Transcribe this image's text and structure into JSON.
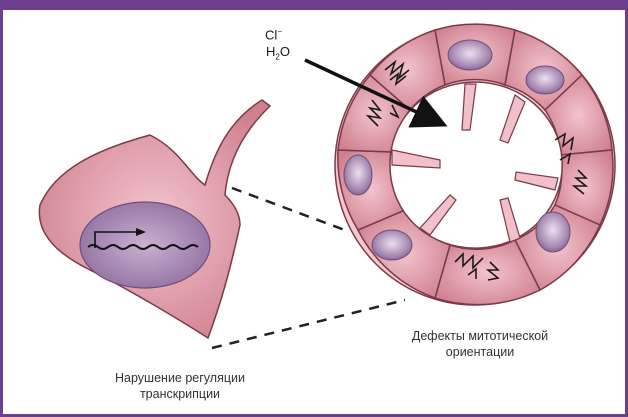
{
  "ions": {
    "chloride": {
      "base": "Cl",
      "sup": "−"
    },
    "water": {
      "pre": "H",
      "sub": "2",
      "post": "O"
    }
  },
  "labels": {
    "cell_caption_line1": "Нарушение регуляции",
    "cell_caption_line2": "транскрипции",
    "cyst_caption_line1": "Дефекты митотической",
    "cyst_caption_line2": "ориентации"
  },
  "colors": {
    "frame": "#6b3f8e",
    "cell_fill": "#d88c9a",
    "cell_stroke": "#7a3a48",
    "nucleus_fill": "#9b7ea8",
    "nucleus_core": "#d9c9e0",
    "lumen": "#ffffff"
  }
}
